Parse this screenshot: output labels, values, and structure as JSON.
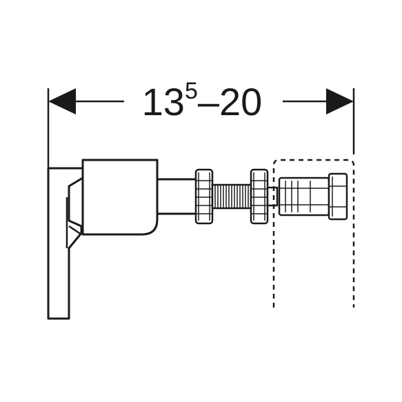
{
  "dimension": {
    "main": "13",
    "superscript": "5",
    "separator": "–",
    "max": "20"
  },
  "colors": {
    "line": "#1a1a1a",
    "background": "#ffffff"
  }
}
